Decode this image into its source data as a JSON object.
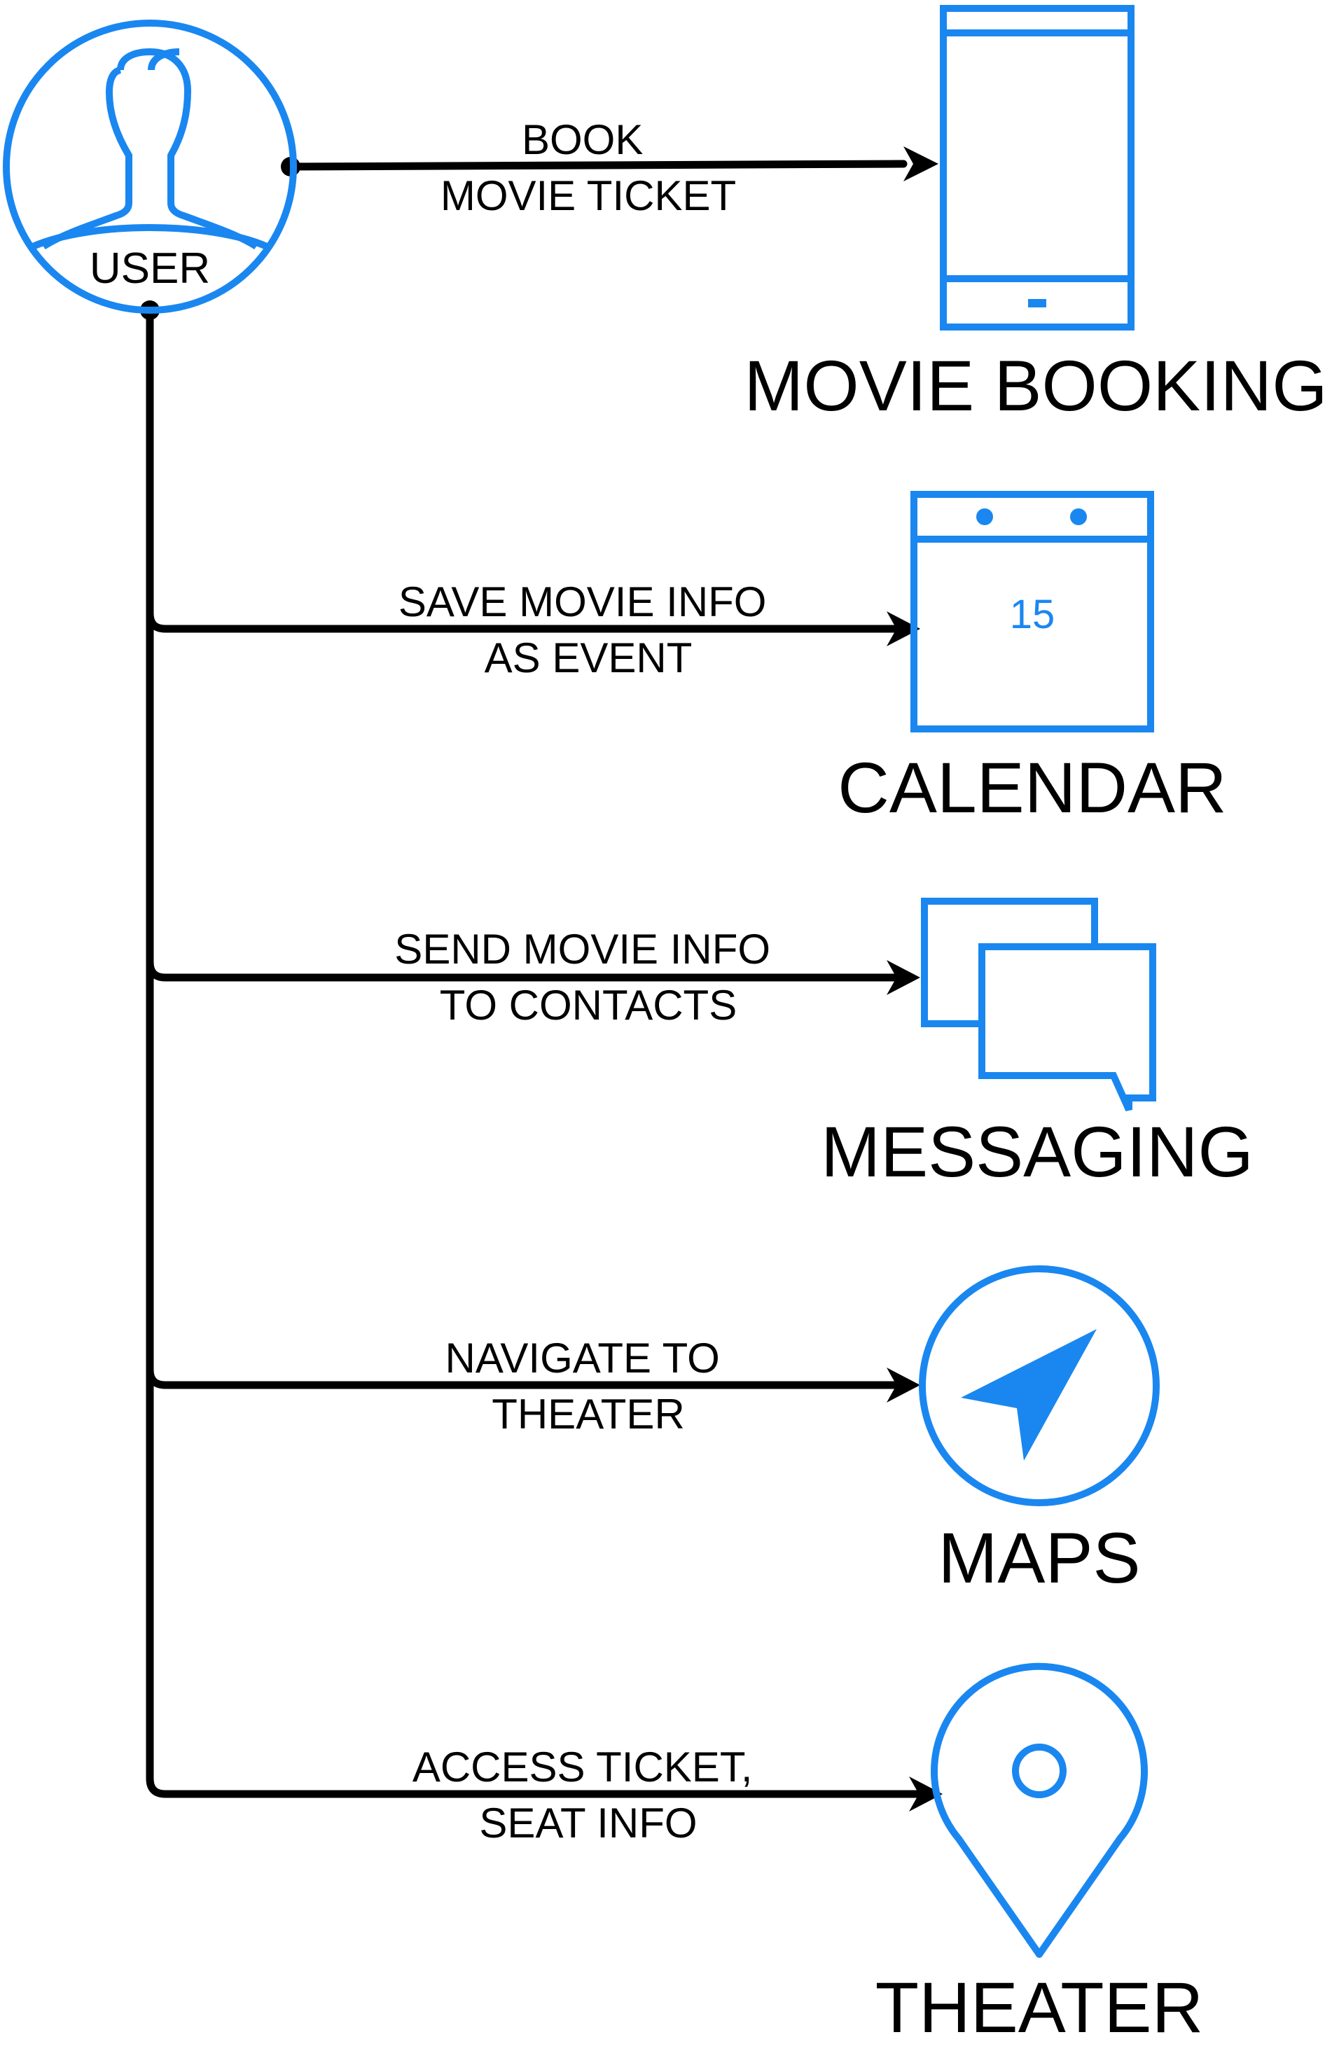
{
  "colors": {
    "icon": "#1A87F0",
    "line": "#000000",
    "background": "#FFFFFF"
  },
  "user": {
    "label": "USER",
    "icon": "user-icon"
  },
  "nodes": [
    {
      "id": "movie-booking",
      "label": "MOVIE BOOKING",
      "icon": "mobile-phone-icon"
    },
    {
      "id": "calendar",
      "label": "CALENDAR",
      "icon": "calendar-icon",
      "day": "15"
    },
    {
      "id": "messaging",
      "label": "MESSAGING",
      "icon": "chat-bubbles-icon"
    },
    {
      "id": "maps",
      "label": "MAPS",
      "icon": "navigation-arrow-icon"
    },
    {
      "id": "theater",
      "label": "THEATER",
      "icon": "map-pin-icon"
    }
  ],
  "edges": [
    {
      "to": "movie-booking",
      "label_lines": [
        "BOOK",
        "MOVIE TICKET"
      ]
    },
    {
      "to": "calendar",
      "label_lines": [
        "SAVE MOVIE INFO",
        "AS EVENT"
      ]
    },
    {
      "to": "messaging",
      "label_lines": [
        "SEND MOVIE INFO",
        "TO CONTACTS"
      ]
    },
    {
      "to": "maps",
      "label_lines": [
        "NAVIGATE TO",
        "THEATER"
      ]
    },
    {
      "to": "theater",
      "label_lines": [
        "ACCESS TICKET,",
        "SEAT INFO"
      ]
    }
  ]
}
